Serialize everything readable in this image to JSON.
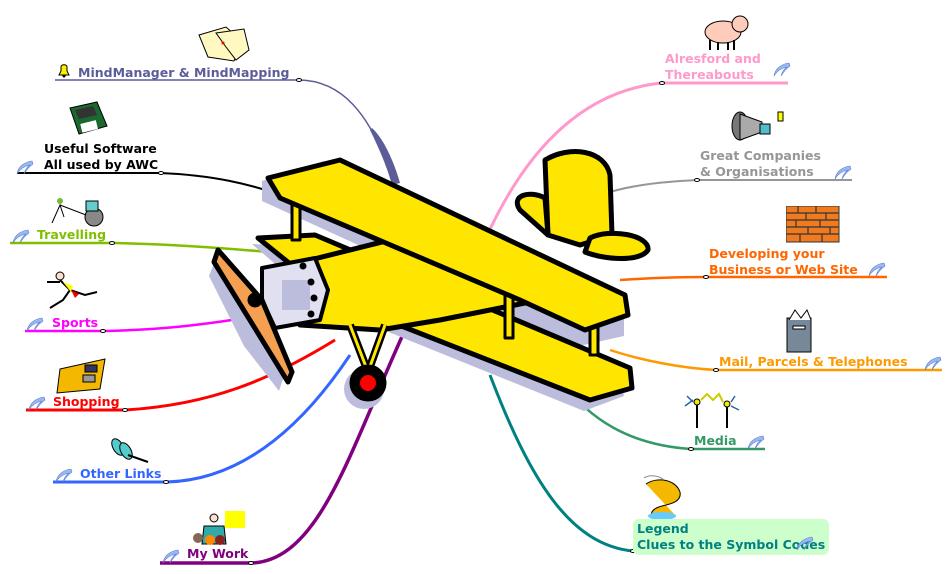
{
  "map": {
    "central_topic": "biplane-image",
    "branches": [
      {
        "id": "mindmanager",
        "lines": [
          "MindManager & MindMapping"
        ],
        "color": "#5c5c99",
        "icon": "bell-icon",
        "image": "maps-clipart",
        "side": "left"
      },
      {
        "id": "software",
        "lines": [
          "Useful Software",
          "All used by AWC"
        ],
        "color": "#000000",
        "icon": "hyperlink-hook-icon",
        "image": "floppy-disk-clipart",
        "side": "left"
      },
      {
        "id": "travelling",
        "lines": [
          "Travelling"
        ],
        "color": "#80bf00",
        "icon": "hyperlink-hook-icon",
        "image": "rickshaw-clipart",
        "side": "left"
      },
      {
        "id": "sports",
        "lines": [
          "Sports"
        ],
        "color": "#ff00ff",
        "icon": "hyperlink-hook-icon",
        "image": "runner-clipart",
        "side": "left"
      },
      {
        "id": "shopping",
        "lines": [
          "Shopping"
        ],
        "color": "#ff0000",
        "icon": "hyperlink-hook-icon",
        "image": "credit-card-clipart",
        "side": "left"
      },
      {
        "id": "otherlinks",
        "lines": [
          "Other Links"
        ],
        "color": "#3366ff",
        "icon": "hyperlink-hook-icon",
        "image": "pushpin-clipart",
        "side": "left"
      },
      {
        "id": "mywork",
        "lines": [
          "My Work"
        ],
        "color": "#800080",
        "icon": "hyperlink-hook-icon",
        "image": "presenter-clipart",
        "side": "left"
      },
      {
        "id": "alresford",
        "lines": [
          "Alresford and",
          "Thereabouts"
        ],
        "color": "#ff99cc",
        "icon": "hyperlink-hook-icon",
        "image": "pig-clipart",
        "side": "right"
      },
      {
        "id": "companies",
        "lines": [
          "Great Companies",
          "& Organisations"
        ],
        "color": "#969696",
        "icon": "hyperlink-hook-icon",
        "image": "megaphone-clipart",
        "side": "right"
      },
      {
        "id": "developing",
        "lines": [
          "Developing your",
          "Business or Web Site"
        ],
        "color": "#ff6600",
        "icon": "hyperlink-hook-icon",
        "image": "brick-wall-clipart",
        "side": "right"
      },
      {
        "id": "mail",
        "lines": [
          "Mail,  Parcels & Telephones"
        ],
        "color": "#ff9900",
        "icon": "hyperlink-hook-icon",
        "image": "mailbox-clipart",
        "side": "right"
      },
      {
        "id": "media",
        "lines": [
          "Media"
        ],
        "color": "#339966",
        "icon": "hyperlink-hook-icon",
        "image": "transmitter-towers-clipart",
        "side": "right"
      },
      {
        "id": "legend",
        "lines": [
          "Legend",
          "Clues to the Symbol Codes"
        ],
        "color": "#008080",
        "icon": "hyperlink-hook-icon",
        "image": "dragon-clipart",
        "side": "right",
        "highlight": "#ccffcc"
      }
    ]
  }
}
